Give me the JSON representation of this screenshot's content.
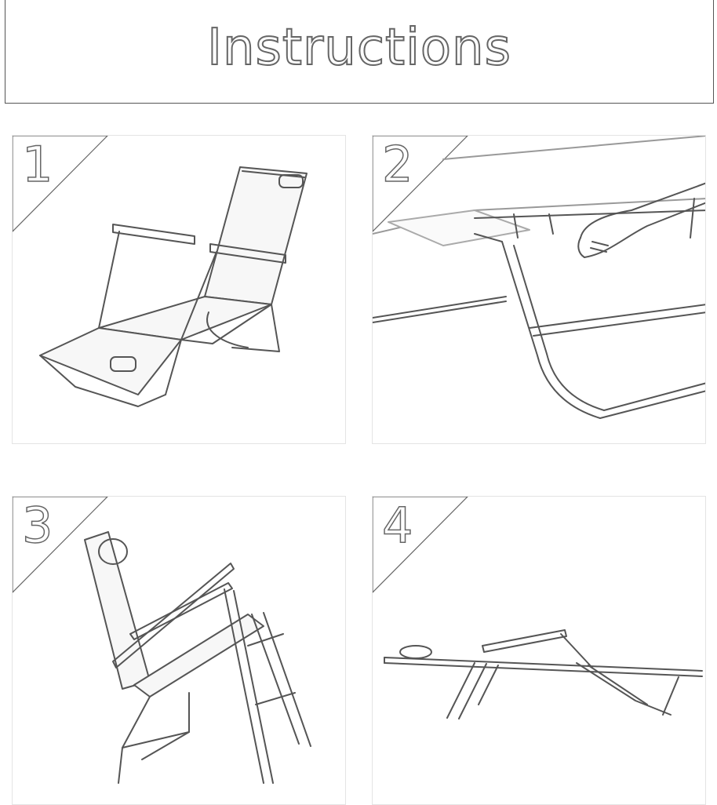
{
  "header": {
    "title": "Instructions"
  },
  "steps": [
    {
      "number": "1"
    },
    {
      "number": "2"
    },
    {
      "number": "3"
    },
    {
      "number": "4"
    }
  ],
  "colors": {
    "line": "#555555",
    "frame_light": "#999999",
    "background": "#ffffff"
  },
  "icons": [
    "reclining-chair-open-icon",
    "hand-adjusting-frame-icon",
    "chair-upright-side-icon",
    "chair-flat-side-icon"
  ]
}
